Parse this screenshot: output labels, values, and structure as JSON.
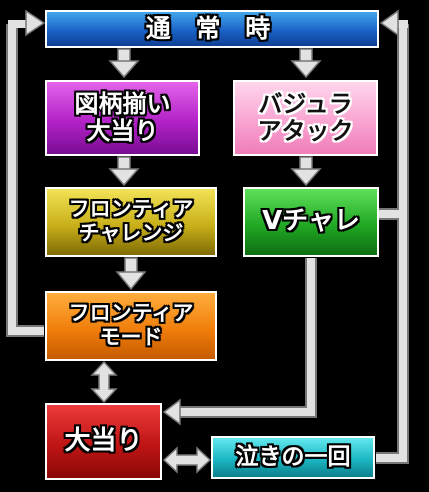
{
  "nodes": {
    "normal": "通 常 時",
    "zugara": "図柄揃い\n大当り",
    "bajura": "バジュラ\nアタック",
    "challenge": "フロンティア\nチャレンジ",
    "vchare": "Vチャレ",
    "mode": "フロンティア\nモード",
    "jackpot": "大当り",
    "naki": "泣きの一回"
  },
  "colors": {
    "connector": "#9a9a9a",
    "connector_fill": "#e2e2e2",
    "box_border": "#ffffff"
  }
}
